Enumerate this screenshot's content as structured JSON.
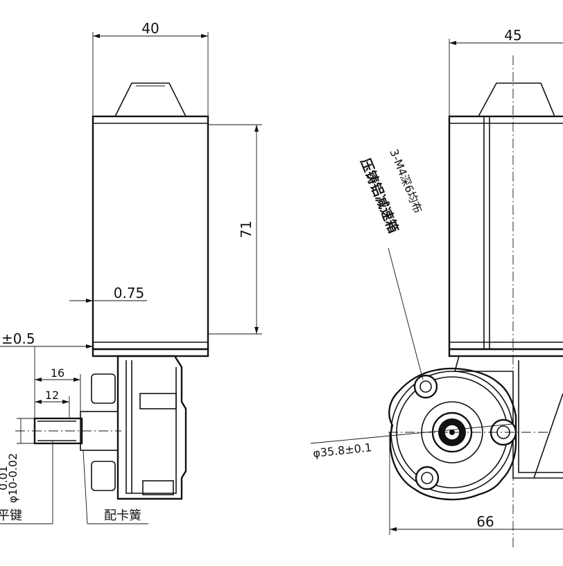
{
  "left_view": {
    "dim_width": "40",
    "dim_body_length": "71",
    "dim_gap": "0.75",
    "dim_flange": "±0.5",
    "dim_shaft_16": "16",
    "dim_shaft_12": "12",
    "dim_shaft_dia_a": "0.01",
    "dim_shaft_dia_b": "φ10-0.02",
    "label_flat_key": "平键",
    "label_retaining_spring": "配卡簧"
  },
  "right_view": {
    "dim_width": "45",
    "dim_bottom": "66",
    "dim_circle": "φ35.8±0.1",
    "note_line1": "3-M4深6均布",
    "note_line2": "压铸铝减速箱"
  }
}
